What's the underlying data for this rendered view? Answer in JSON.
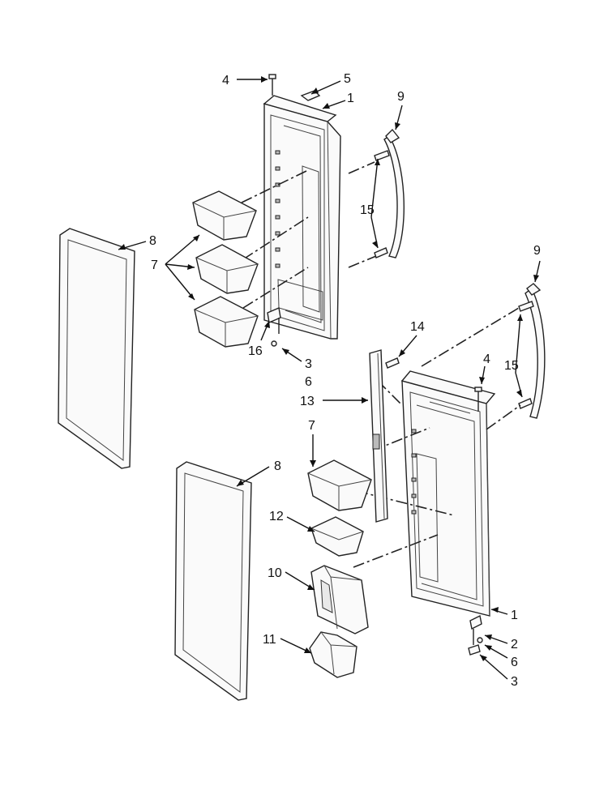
{
  "callouts": [
    {
      "id": "c1",
      "text": "4"
    },
    {
      "id": "c2",
      "text": "5"
    },
    {
      "id": "c3",
      "text": "1"
    },
    {
      "id": "c4",
      "text": "9"
    },
    {
      "id": "c5",
      "text": "15"
    },
    {
      "id": "c6",
      "text": "8"
    },
    {
      "id": "c7",
      "text": "7"
    },
    {
      "id": "c8",
      "text": "16"
    },
    {
      "id": "c9",
      "text": "3"
    },
    {
      "id": "c10",
      "text": "6"
    },
    {
      "id": "c11",
      "text": "9"
    },
    {
      "id": "c12",
      "text": "14"
    },
    {
      "id": "c13",
      "text": "4"
    },
    {
      "id": "c14",
      "text": "15"
    },
    {
      "id": "c15",
      "text": "13"
    },
    {
      "id": "c16",
      "text": "7"
    },
    {
      "id": "c17",
      "text": "8"
    },
    {
      "id": "c18",
      "text": "12"
    },
    {
      "id": "c19",
      "text": "10"
    },
    {
      "id": "c20",
      "text": "11"
    },
    {
      "id": "c21",
      "text": "1"
    },
    {
      "id": "c22",
      "text": "2"
    },
    {
      "id": "c23",
      "text": "6"
    },
    {
      "id": "c24",
      "text": "3"
    }
  ]
}
